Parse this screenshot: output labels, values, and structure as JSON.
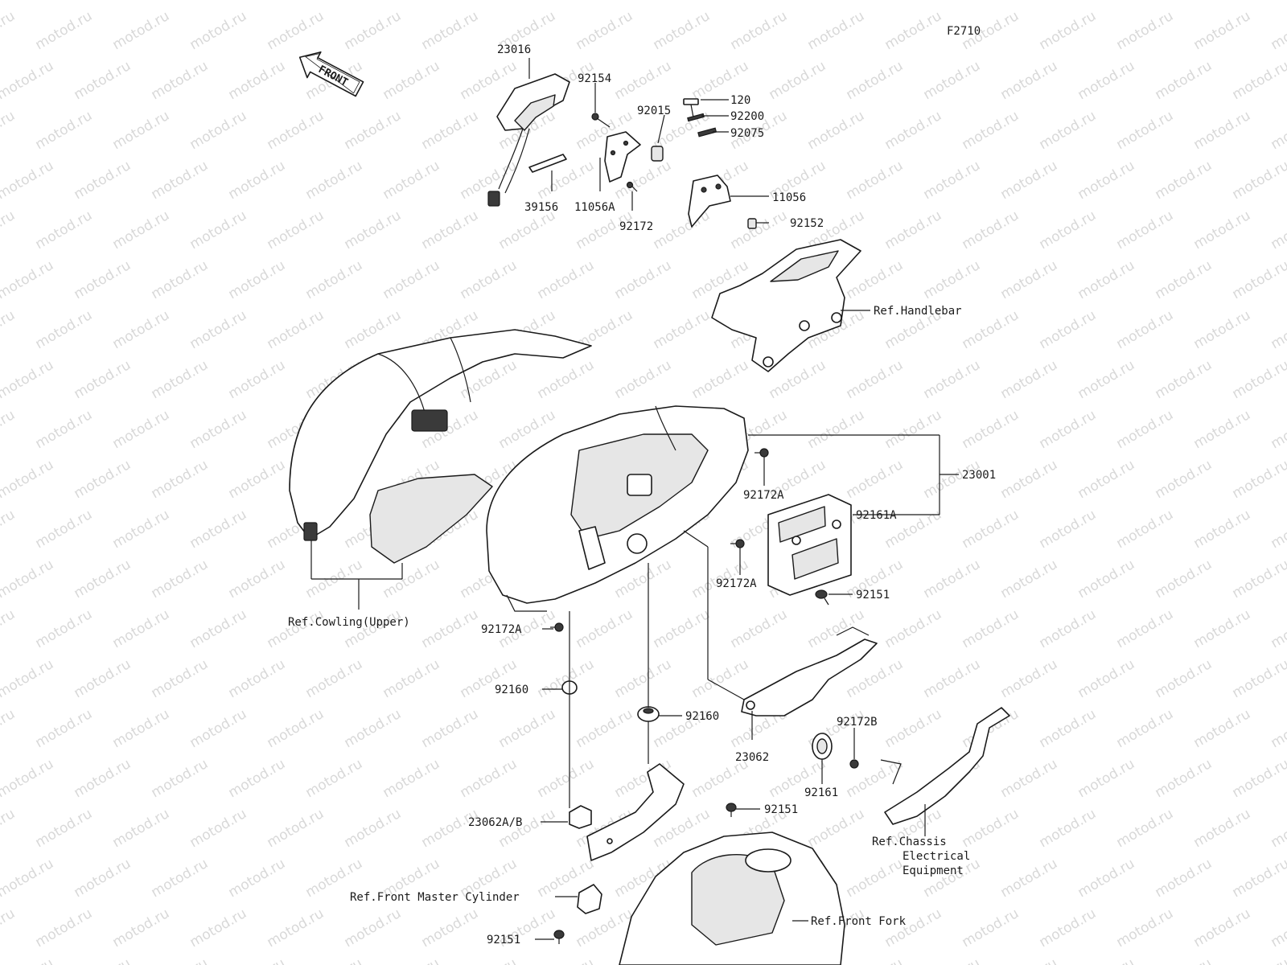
{
  "diagram": {
    "figure_code": "F2710",
    "watermark_text": "motod.ru",
    "front_label": "FRONT",
    "colors": {
      "ink": "#1a1a1a",
      "watermark": "#b9b9b9",
      "background": "#ffffff"
    }
  },
  "labels": [
    {
      "id": "23016",
      "text": "23016"
    },
    {
      "id": "92154",
      "text": "92154"
    },
    {
      "id": "92015",
      "text": "92015"
    },
    {
      "id": "120",
      "text": "120"
    },
    {
      "id": "92200",
      "text": "92200"
    },
    {
      "id": "92075",
      "text": "92075"
    },
    {
      "id": "39156",
      "text": "39156"
    },
    {
      "id": "11056A",
      "text": "11056A"
    },
    {
      "id": "92172",
      "text": "92172"
    },
    {
      "id": "11056",
      "text": "11056"
    },
    {
      "id": "92152",
      "text": "92152"
    },
    {
      "id": "ref-handlebar",
      "text": "Ref.Handlebar"
    },
    {
      "id": "23001",
      "text": "23001"
    },
    {
      "id": "92172A-1",
      "text": "92172A"
    },
    {
      "id": "92161A",
      "text": "92161A"
    },
    {
      "id": "92172A-2",
      "text": "92172A"
    },
    {
      "id": "92151-1",
      "text": "92151"
    },
    {
      "id": "ref-cowling-upper",
      "text": "Ref.Cowling(Upper)"
    },
    {
      "id": "92172A-3",
      "text": "92172A"
    },
    {
      "id": "92160-1",
      "text": "92160"
    },
    {
      "id": "92160-2",
      "text": "92160"
    },
    {
      "id": "92172B",
      "text": "92172B"
    },
    {
      "id": "23062",
      "text": "23062"
    },
    {
      "id": "92161",
      "text": "92161"
    },
    {
      "id": "92151-2",
      "text": "92151"
    },
    {
      "id": "23062A-B",
      "text": "23062A/B"
    },
    {
      "id": "ref-chassis-1",
      "text": "Ref.Chassis"
    },
    {
      "id": "ref-chassis-2",
      "text": "Electrical"
    },
    {
      "id": "ref-chassis-3",
      "text": "Equipment"
    },
    {
      "id": "ref-front-master-cylinder",
      "text": "Ref.Front Master Cylinder"
    },
    {
      "id": "ref-front-fork",
      "text": "Ref.Front Fork"
    },
    {
      "id": "92151-3",
      "text": "92151"
    }
  ]
}
